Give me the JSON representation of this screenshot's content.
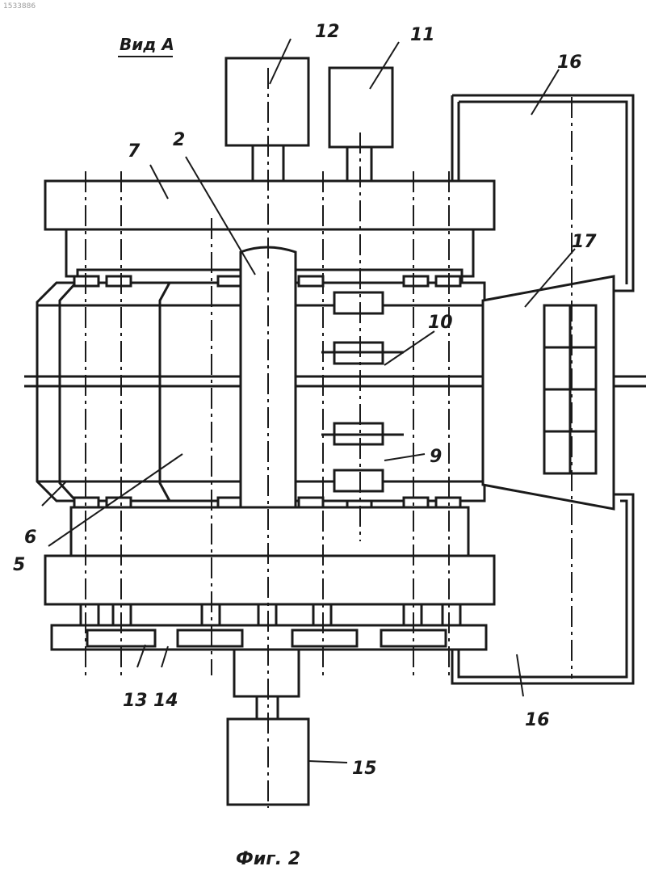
{
  "corner_code": "1533886",
  "view_label": "Вид А",
  "figure_caption": "Фиг. 2",
  "callouts": {
    "c2": "2",
    "c5": "5",
    "c6": "6",
    "c7": "7",
    "c9": "9",
    "c10": "10",
    "c11": "11",
    "c12": "12",
    "c13": "13",
    "c14": "14",
    "c15": "15",
    "c16_top": "16",
    "c16_bottom": "16",
    "c17": "17"
  }
}
